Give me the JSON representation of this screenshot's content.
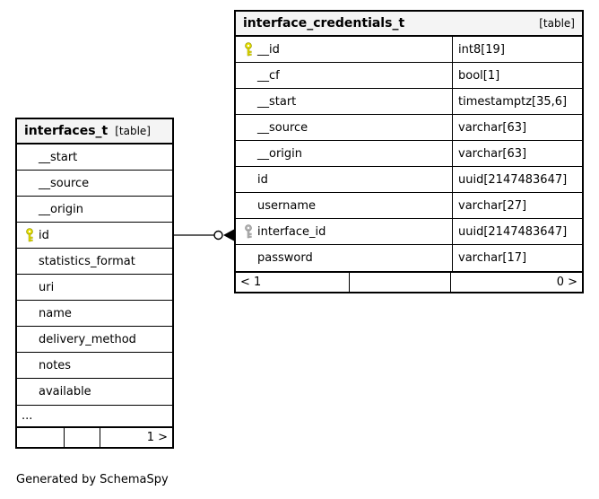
{
  "diagram": {
    "type": "entity-relationship",
    "generator_note": "Generated by SchemaSpy"
  },
  "tables": {
    "interfaces": {
      "name": "interfaces_t",
      "tag": "[table]",
      "columns": [
        {
          "name": "__start",
          "key": "none"
        },
        {
          "name": "__source",
          "key": "none"
        },
        {
          "name": "__origin",
          "key": "none"
        },
        {
          "name": "id",
          "key": "primary"
        },
        {
          "name": "statistics_format",
          "key": "none"
        },
        {
          "name": "uri",
          "key": "none"
        },
        {
          "name": "name",
          "key": "none"
        },
        {
          "name": "delivery_method",
          "key": "none"
        },
        {
          "name": "notes",
          "key": "none"
        },
        {
          "name": "available",
          "key": "none"
        }
      ],
      "truncation_indicator": "...",
      "footer": [
        "",
        "",
        "1 >"
      ]
    },
    "interface_credentials": {
      "name": "interface_credentials_t",
      "tag": "[table]",
      "columns": [
        {
          "name": "__id",
          "type": "int8[19]",
          "key": "primary"
        },
        {
          "name": "__cf",
          "type": "bool[1]",
          "key": "none"
        },
        {
          "name": "__start",
          "type": "timestamptz[35,6]",
          "key": "none"
        },
        {
          "name": "__source",
          "type": "varchar[63]",
          "key": "none"
        },
        {
          "name": "__origin",
          "type": "varchar[63]",
          "key": "none"
        },
        {
          "name": "id",
          "type": "uuid[2147483647]",
          "key": "none"
        },
        {
          "name": "username",
          "type": "varchar[27]",
          "key": "none"
        },
        {
          "name": "interface_id",
          "type": "uuid[2147483647]",
          "key": "foreign"
        },
        {
          "name": "password",
          "type": "varchar[17]",
          "key": "none"
        }
      ],
      "footer": [
        "< 1",
        "",
        "0 >"
      ]
    }
  },
  "relationship": {
    "from_table": "interfaces_t",
    "from_column": "id",
    "to_table": "interface_credentials_t",
    "to_column": "interface_id",
    "source_marker": "none",
    "target_marker": "zero-or-many"
  },
  "colors": {
    "primary_key_icon": "#e8e000",
    "foreign_key_icon": "#b4b4b4",
    "border": "#000000",
    "header_background": "#f4f4f4",
    "page_background": "#ffffff"
  }
}
